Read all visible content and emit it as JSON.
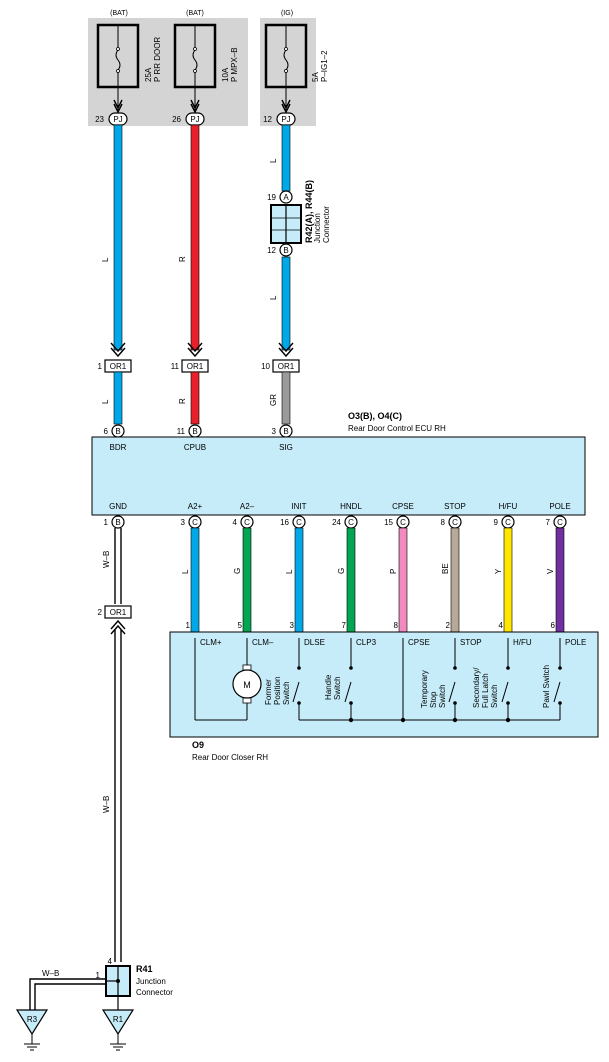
{
  "fuses": [
    {
      "supply": "(BAT)",
      "rating": "25A",
      "name": "P RR DOOR",
      "pin": "23",
      "conn": "PJ",
      "wire": "L",
      "color": "#00a8e8"
    },
    {
      "supply": "(BAT)",
      "rating": "10A",
      "name": "P MPX–B",
      "pin": "26",
      "conn": "PJ",
      "wire": "R",
      "color": "#e8202a"
    },
    {
      "supply": "(IG)",
      "rating": "5A",
      "name": "P–IG1–2",
      "pin": "12",
      "conn": "PJ",
      "wire": "L",
      "color": "#00a8e8"
    }
  ],
  "junction_r42": {
    "title": "R42(A), R44(B)",
    "sub1": "Junction",
    "sub2": "Connector",
    "pin_top": "19",
    "conn_top": "A",
    "pin_bot": "12",
    "conn_bot": "B"
  },
  "or1_top": [
    {
      "pin": "1",
      "label": "OR1",
      "wire_below": "L",
      "color": "#00a8e8"
    },
    {
      "pin": "11",
      "label": "OR1",
      "wire_below": "R",
      "color": "#e8202a"
    },
    {
      "pin": "10",
      "label": "OR1",
      "wire_below": "GR",
      "color": "#9a9a9a"
    }
  ],
  "ecu": {
    "title": "O3(B), O4(C)",
    "name": "Rear Door Control ECU RH",
    "top_terms": [
      {
        "label": "BDR",
        "pin": "6",
        "conn": "B"
      },
      {
        "label": "CPUB",
        "pin": "11",
        "conn": "B"
      },
      {
        "label": "SIG",
        "pin": "3",
        "conn": "B"
      }
    ],
    "bottom_terms": [
      {
        "label": "GND",
        "pin": "1",
        "conn": "B"
      },
      {
        "label": "A2+",
        "pin": "3",
        "conn": "C"
      },
      {
        "label": "A2–",
        "pin": "4",
        "conn": "C"
      },
      {
        "label": "INIT",
        "pin": "16",
        "conn": "C"
      },
      {
        "label": "HNDL",
        "pin": "24",
        "conn": "C"
      },
      {
        "label": "CPSE",
        "pin": "15",
        "conn": "C"
      },
      {
        "label": "STOP",
        "pin": "8",
        "conn": "C"
      },
      {
        "label": "H/FU",
        "pin": "9",
        "conn": "C"
      },
      {
        "label": "POLE",
        "pin": "7",
        "conn": "C"
      }
    ]
  },
  "closer_wires": [
    {
      "wire": "L",
      "color": "#00a8e8",
      "pin": "1",
      "label": "CLM+"
    },
    {
      "wire": "G",
      "color": "#00a651",
      "pin": "5",
      "label": "CLM–"
    },
    {
      "wire": "L",
      "color": "#00a8e8",
      "pin": "3",
      "label": "DLSE"
    },
    {
      "wire": "G",
      "color": "#00a651",
      "pin": "7",
      "label": "CLP3"
    },
    {
      "wire": "P",
      "color": "#f08ac0",
      "pin": "8",
      "label": "CPSE"
    },
    {
      "wire": "BE",
      "color": "#b8a898",
      "pin": "2",
      "label": "STOP"
    },
    {
      "wire": "Y",
      "color": "#ffe600",
      "pin": "4",
      "label": "H/FU"
    },
    {
      "wire": "V",
      "color": "#7030a0",
      "pin": "6",
      "label": "POLE"
    }
  ],
  "closer": {
    "id": "O9",
    "name": "Rear Door Closer RH",
    "motor": "M",
    "switches": [
      {
        "l1": "Former",
        "l2": "Position",
        "l3": "Switch"
      },
      {
        "l1": "Handle",
        "l2": "Switch",
        "l3": ""
      },
      {
        "l1": "Temporary",
        "l2": "Stop",
        "l3": "Switch"
      },
      {
        "l1": "Secondary/",
        "l2": "Full Latch",
        "l3": "Switch"
      },
      {
        "l1": "Pawl Switch",
        "l2": "",
        "l3": ""
      }
    ]
  },
  "ground": {
    "gnd_wire": "W–B",
    "or1_pin": "2",
    "or1_label": "OR1",
    "wire_lower": "W–B",
    "r41_title": "R41",
    "r41_sub1": "Junction",
    "r41_sub2": "Connector",
    "r41_pin_top": "4",
    "r41_pin_left": "1",
    "left_wire": "W–B",
    "grounds": [
      "R3",
      "R1"
    ]
  },
  "colors": {
    "box_fill": "#c6ecf9",
    "fuse_bg": "#d4d4d4"
  }
}
